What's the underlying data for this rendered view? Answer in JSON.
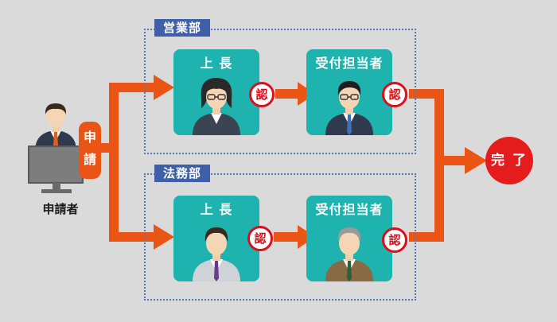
{
  "diagram": {
    "applicant_label": "申請者",
    "apply_badge": [
      "申",
      "請"
    ],
    "groups": [
      {
        "label": "営業部",
        "approvers": [
          {
            "title": "上 長",
            "stamp": "認"
          },
          {
            "title": "受付担当者",
            "stamp": "認"
          }
        ]
      },
      {
        "label": "法務部",
        "approvers": [
          {
            "title": "上 長",
            "stamp": "認"
          },
          {
            "title": "受付担当者",
            "stamp": "認"
          }
        ]
      }
    ],
    "complete_label": "完 了"
  },
  "colors": {
    "background": "#dadada",
    "arrow": "#ea5414",
    "card": "#1fb3b0",
    "group_label_bg": "#3f5fa8",
    "group_border": "#5a74b8",
    "stamp": "#d9101a",
    "complete": "#e51c1c"
  }
}
